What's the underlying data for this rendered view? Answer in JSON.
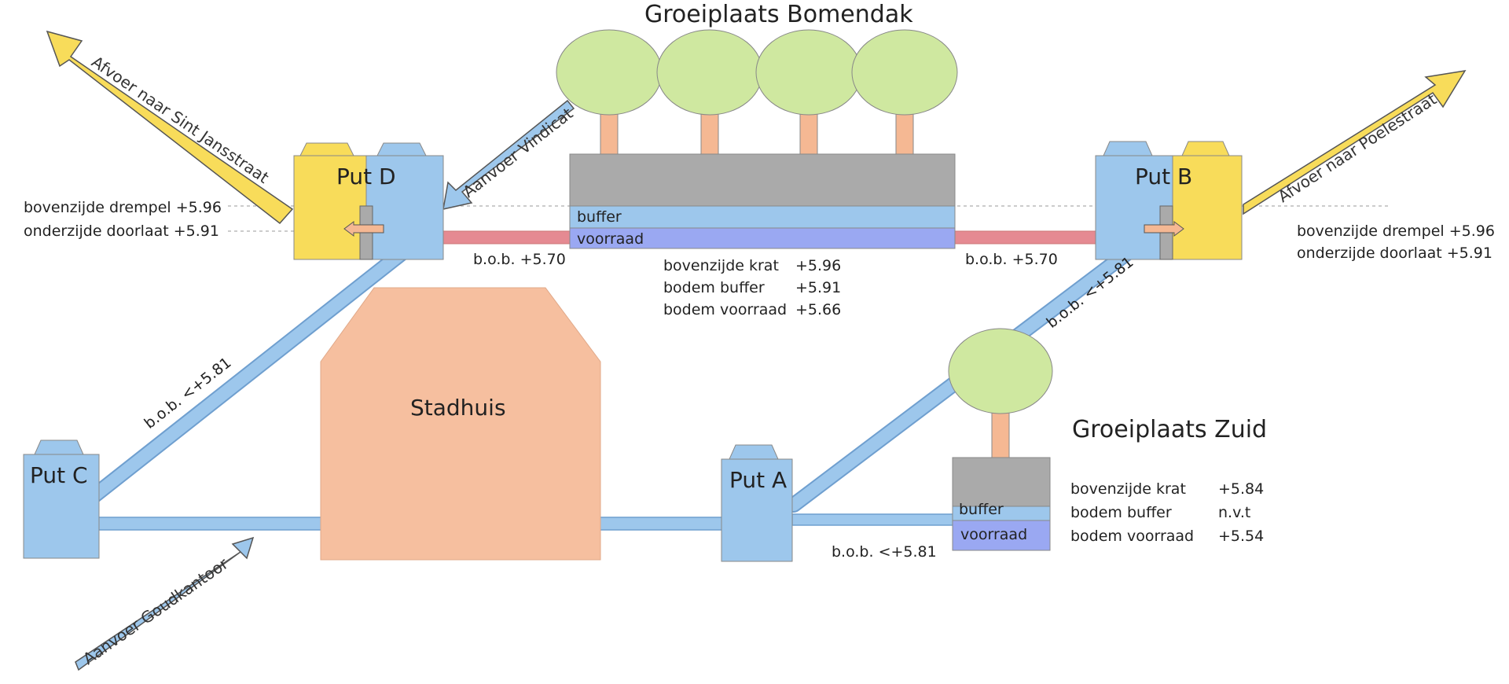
{
  "title_top": "Groeiplaats Bomendak",
  "title_zuid": "Groeiplaats Zuid",
  "building": "Stadhuis",
  "pits": {
    "d": "Put D",
    "b": "Put B",
    "c": "Put C",
    "a": "Put A"
  },
  "arrows": {
    "afvoer_sint_jansstraat": "Afvoer naar Sint Jansstraat",
    "aanvoer_vindicat": "Aanvoer Vindicat",
    "afvoer_poelestraat": "Afvoer naar Poelestraat",
    "aanvoer_goudkantoor": "Aanvoer Goudkantoor"
  },
  "left_levels": {
    "drempel": "bovenzijde drempel   +5.96",
    "doorlaat": "onderzijde doorlaat +5.91"
  },
  "right_levels": {
    "drempel": "bovenzijde drempel   +5.96",
    "doorlaat": "onderzijde doorlaat +5.91"
  },
  "bomendak_layers": {
    "buffer": "buffer",
    "voorraad": "voorraad"
  },
  "bomendak_levels": [
    {
      "label": "bovenzijde krat",
      "value": "+5.96"
    },
    {
      "label": "bodem buffer",
      "value": "+5.91"
    },
    {
      "label": "bodem voorraad",
      "value": "+5.66"
    }
  ],
  "pipe_labels": {
    "bob_left": "b.o.b. +5.70",
    "bob_right": "b.o.b. +5.70",
    "bob_c_diag": "b.o.b. <+5.81",
    "bob_b_diag": "b.o.b. <+5.81",
    "bob_a": "b.o.b. <+5.81"
  },
  "zuid_layers": {
    "buffer": "buffer",
    "voorraad": "voorraad"
  },
  "zuid_levels": [
    {
      "label": "bovenzijde krat",
      "value": "+5.84"
    },
    {
      "label": "bodem buffer",
      "value": "n.v.t"
    },
    {
      "label": "bodem voorraad",
      "value": "+5.54"
    }
  ],
  "colors": {
    "water_blue": "#9dc7ec",
    "yellow": "#f8dc5a",
    "pink_pipe": "#e58a92",
    "tree_green": "#cfe8a0",
    "trunk": "#f5b893",
    "grey": "#aaaaaa",
    "voorraad": "#9aa8f2",
    "building": "#f6bf9f"
  }
}
